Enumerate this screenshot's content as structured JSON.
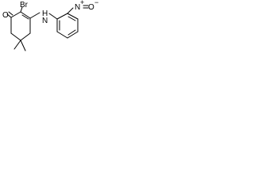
{
  "molecule": {
    "atoms": {
      "oxygen_ketone": "O",
      "bromine": "Br",
      "amine": "N",
      "amine_h": "H",
      "nitro_n": "N",
      "nitro_plus": "+",
      "nitro_o": "O",
      "nitro_minus": "−"
    }
  }
}
